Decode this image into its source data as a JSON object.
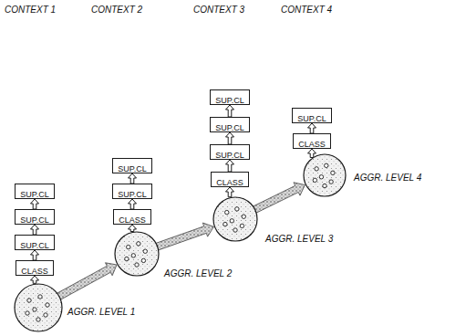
{
  "diagram": {
    "nodes": [
      {
        "text": [
          "SUP.CL"
        ]
      },
      {
        "text": [
          "SUP.CL"
        ]
      },
      {
        "text": [
          "SUP.CL"
        ]
      },
      {
        "text": [
          "CLASS"
        ]
      },
      {
        "text": [
          "AGGR. LEVEL 1"
        ]
      },
      {
        "text": [
          "SUP.CL"
        ]
      },
      {
        "text": [
          "SUP.CL"
        ]
      },
      {
        "text": [
          "CLASS"
        ]
      },
      {
        "text": [
          "AGGR. LEVEL 2"
        ]
      },
      {
        "text": [
          "SUP.CL"
        ]
      },
      {
        "text": [
          "SUP.CL"
        ]
      },
      {
        "text": [
          "SUP.CL"
        ]
      },
      {
        "text": [
          "CLASS"
        ]
      },
      {
        "text": [
          "AGGR. LEVEL 3"
        ]
      },
      {
        "text": [
          "SUP.CL"
        ]
      },
      {
        "text": [
          "CLASS"
        ]
      },
      {
        "text": [
          "AGGR. LEVEL 4"
        ]
      }
    ],
    "edges": [
      {
        "from": 4,
        "to": 3,
        "arrow": "to"
      },
      {
        "from": 3,
        "to": 2,
        "arrow": "to"
      },
      {
        "from": 2,
        "to": 1,
        "arrow": "to"
      },
      {
        "from": 1,
        "to": 0,
        "arrow": "to"
      },
      {
        "from": 8,
        "to": 7,
        "arrow": "to"
      },
      {
        "from": 7,
        "to": 6,
        "arrow": "to"
      },
      {
        "from": 6,
        "to": 5,
        "arrow": "to"
      },
      {
        "from": 13,
        "to": 12,
        "arrow": "to"
      },
      {
        "from": 12,
        "to": 11,
        "arrow": "to"
      },
      {
        "from": 11,
        "to": 10,
        "arrow": "to"
      },
      {
        "from": 10,
        "to": 9,
        "arrow": "to"
      },
      {
        "from": 16,
        "to": 15,
        "arrow": "to"
      },
      {
        "from": 15,
        "to": 14,
        "arrow": "to"
      },
      {
        "from": 4,
        "to": 8,
        "arrow": "to"
      },
      {
        "from": 8,
        "to": 13,
        "arrow": "to"
      },
      {
        "from": 13,
        "to": 16,
        "arrow": "to"
      }
    ],
    "labels": [
      "CONTEXT 1",
      "CONTEXT 2",
      "CONTEXT 3",
      "CONTEXT 4"
    ]
  }
}
